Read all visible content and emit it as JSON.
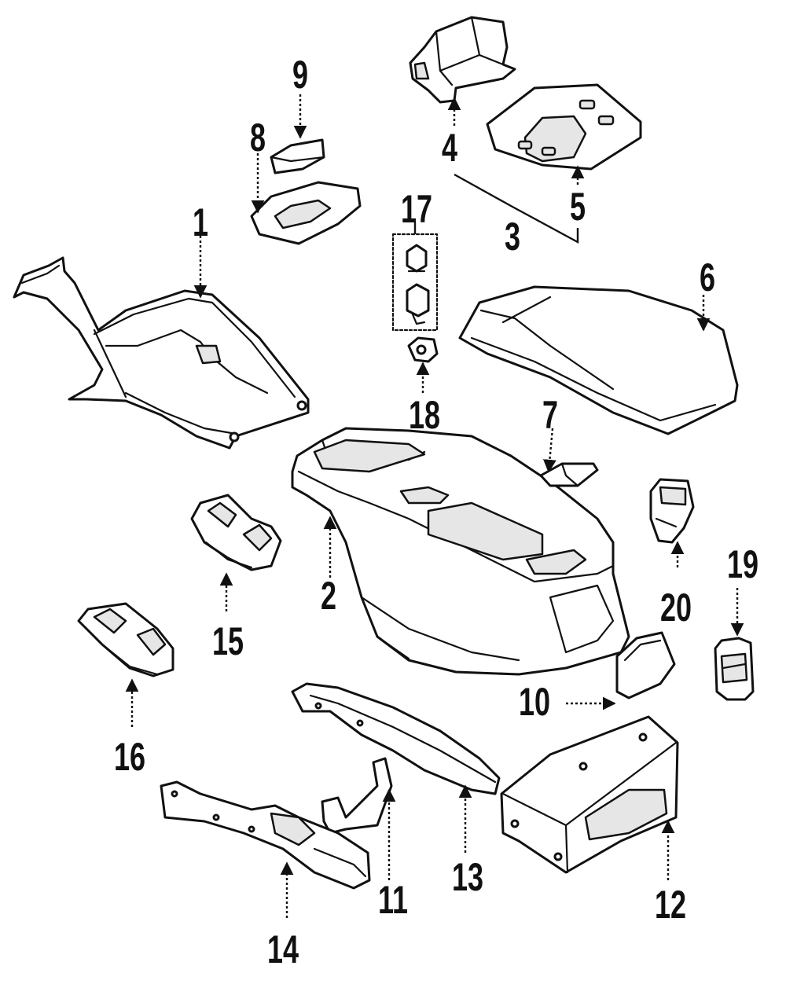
{
  "diagram": {
    "colors": {
      "line": "#111111",
      "background": "#ffffff",
      "shade": "#e6e6e6"
    },
    "callouts": [
      "1",
      "2",
      "3",
      "4",
      "5",
      "6",
      "7",
      "8",
      "9",
      "10",
      "11",
      "12",
      "13",
      "14",
      "15",
      "16",
      "17",
      "18",
      "19",
      "20"
    ]
  }
}
